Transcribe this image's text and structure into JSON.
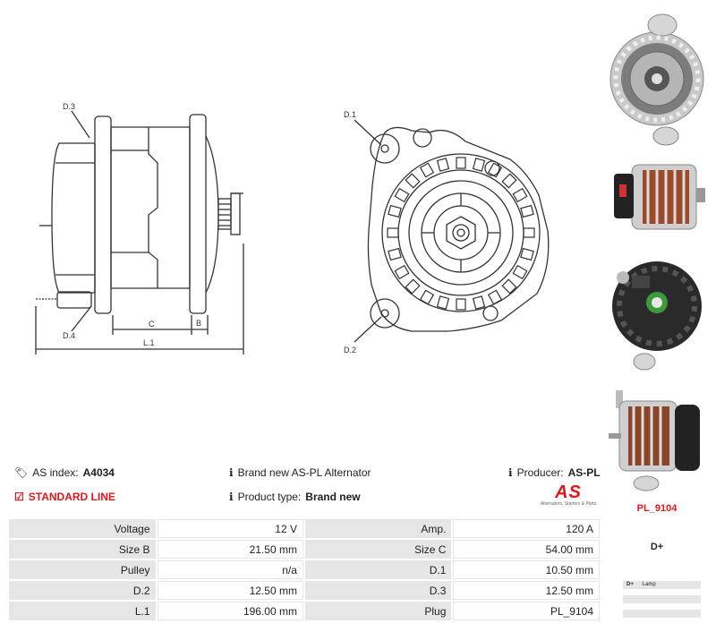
{
  "drawing_labels": {
    "d3": "D.3",
    "d4": "D.4",
    "c": "C",
    "b": "B",
    "l1": "L.1",
    "d1": "D.1",
    "d2": "D.2"
  },
  "info": {
    "as_index_label": "AS index:",
    "as_index_value": "A4034",
    "standard_line": "STANDARD LINE",
    "brand_new": "Brand new AS-PL Alternator",
    "product_type_label": "Product type:",
    "product_type_value": "Brand new",
    "producer_label": "Producer:",
    "producer_value": "AS-PL",
    "logo_text": "AS",
    "logo_tagline": "Alternators, Starters & Parts"
  },
  "specs": [
    {
      "k1": "Voltage",
      "v1": "12 V",
      "k2": "Amp.",
      "v2": "120 A"
    },
    {
      "k1": "Size B",
      "v1": "21.50 mm",
      "k2": "Size C",
      "v2": "54.00 mm"
    },
    {
      "k1": "Pulley",
      "v1": "n/a",
      "k2": "D.1",
      "v2": "10.50 mm"
    },
    {
      "k1": "D.2",
      "v1": "12.50 mm",
      "k2": "D.3",
      "v2": "12.50 mm"
    },
    {
      "k1": "L.1",
      "v1": "196.00 mm",
      "k2": "Plug",
      "v2": "PL_9104"
    }
  ],
  "plug": {
    "code": "PL_9104",
    "terminal": "D+",
    "pins": [
      {
        "pin": "D+",
        "desc": "Lamp"
      },
      {
        "pin": "",
        "desc": ""
      },
      {
        "pin": "",
        "desc": ""
      }
    ]
  },
  "colors": {
    "accent": "#e3161c",
    "cell": "#e6e6e6"
  }
}
